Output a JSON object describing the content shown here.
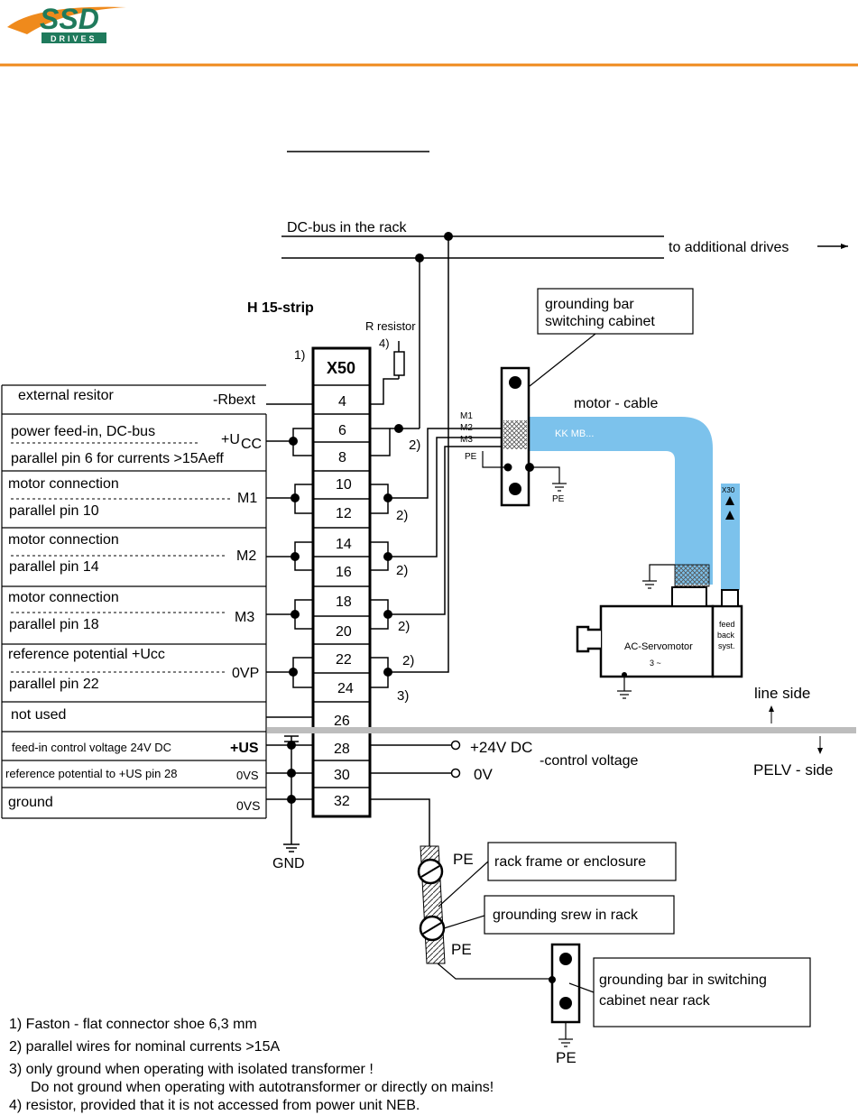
{
  "logo": {
    "text": "SSD",
    "sub": "DRIVES"
  },
  "diagram": {
    "dc_bus": "DC-bus in the rack",
    "to_additional": "to additional drives",
    "strip": "H 15-strip",
    "r_resistor": "R resistor",
    "note4": "4)",
    "note1": "1)",
    "x50": "X50",
    "pins": [
      "4",
      "6",
      "8",
      "10",
      "12",
      "14",
      "16",
      "18",
      "20",
      "22",
      "24",
      "26",
      "28",
      "30",
      "32"
    ],
    "grounding_bar_cabinet": [
      "grounding bar",
      "switching cabinet"
    ],
    "motor_cable": "motor - cable",
    "kk": "KK MB...",
    "m1": "M1",
    "m2": "M2",
    "m3": "M3",
    "pe": "PE",
    "x30": "X30",
    "ac_servo": "AC-Servomotor",
    "three_phase": "3 ~",
    "feedback": [
      "feed",
      "back",
      "syst."
    ],
    "line_side": "line side",
    "pelv_side": "PELV - side",
    "v24": "+24V  DC",
    "control_voltage": "-control voltage",
    "v0": "0V",
    "gnd": "GND",
    "rack_frame": "rack frame or enclosure",
    "grounding_screw": "grounding srew in rack",
    "grounding_bar_near": [
      "grounding bar in switching",
      "cabinet near rack"
    ],
    "note2": "2)",
    "note3": "3)",
    "left_rows": [
      {
        "l1": "external resitor",
        "sig": "-Rbext"
      },
      {
        "l1": "power feed-in, DC-bus",
        "l2": "parallel pin 6 for currents >15Aeff",
        "sig": "+U",
        "sub": "CC"
      },
      {
        "l1": "motor connection",
        "l2": "parallel pin 10",
        "sig": "M1"
      },
      {
        "l1": "motor connection",
        "l2": "parallel pin 14",
        "sig": "M2"
      },
      {
        "l1": "motor connection",
        "l2": "parallel pin 18",
        "sig": "M3"
      },
      {
        "l1": "reference potential +Ucc",
        "l2": "parallel pin 22",
        "sig": "0VP"
      },
      {
        "l1": "not used"
      },
      {
        "l1": "feed-in control voltage 24V DC",
        "sig": "+US"
      },
      {
        "l1": "reference potential to +US pin 28",
        "sig": "0VS"
      },
      {
        "l1": "ground",
        "sig": "0VS"
      }
    ]
  },
  "footnotes": [
    "1) Faston - flat connector shoe 6,3 mm",
    "2) parallel wires for nominal currents >15A",
    "3) only ground when operating with isolated transformer !",
    "Do not ground when operating with autotransformer or directly on mains!",
    "4) resistor, provided that it is not accessed from power unit NEB."
  ],
  "colors": {
    "orange": "#ef8a1c",
    "green": "#1f7a5c",
    "cable": "#7cc2ec",
    "band": "#bdbdbd"
  }
}
